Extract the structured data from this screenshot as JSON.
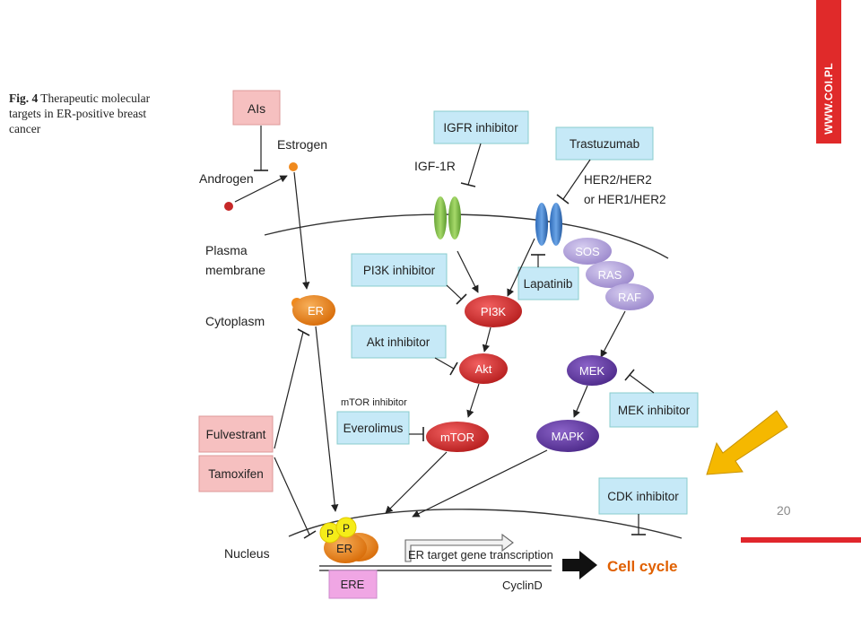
{
  "caption": {
    "label": "Fig. 4",
    "text": "Therapeutic molecular targets in ER-positive breast cancer"
  },
  "side_banner": "WWW.COI.PL",
  "page_number": "20",
  "diagram": {
    "inhibitors": {
      "ais": "AIs",
      "igfr": "IGFR inhibitor",
      "trastuzumab": "Trastuzumab",
      "pi3k": "PI3K inhibitor",
      "lapatinib": "Lapatinib",
      "akt": "Akt inhibitor",
      "mtor_caption": "mTOR inhibitor",
      "everolimus": "Everolimus",
      "mek": "MEK inhibitor",
      "fulvestrant": "Fulvestrant",
      "tamoxifen": "Tamoxifen",
      "cdk": "CDK inhibitor"
    },
    "molecules": {
      "androgen": "Androgen",
      "estrogen": "Estrogen",
      "igf1r": "IGF-1R",
      "her2_line1": "HER2/HER2",
      "her2_line2": "or HER1/HER2",
      "sos": "SOS",
      "ras": "RAS",
      "raf": "RAF",
      "er": "ER",
      "pi3k": "PI3K",
      "akt": "Akt",
      "mtor": "mTOR",
      "mek": "MEK",
      "mapk": "MAPK",
      "p": "P",
      "nuclear_er": "ER",
      "ere": "ERE"
    },
    "compartments": {
      "plasma_line1": "Plasma",
      "plasma_line2": "membrane",
      "cytoplasm": "Cytoplasm",
      "nucleus": "Nucleus"
    },
    "labels": {
      "transcription": "ER target gene transcription",
      "cyclind": "CyclinD",
      "cell_cycle": "Cell cycle"
    },
    "colors": {
      "inhibitor_blue": "#c6e9f7",
      "inhibitor_pink": "#f6c0c0",
      "red_node": "#d92b2b",
      "purple_node": "#6a3fa8",
      "lilac_node": "#b7a8dc",
      "orange_node": "#f08a1e",
      "yellow_p": "#f5ec19",
      "ere_pink": "#f0a6e4",
      "highlight_arrow": "#f5b800",
      "cell_cycle_text": "#e06000"
    }
  }
}
